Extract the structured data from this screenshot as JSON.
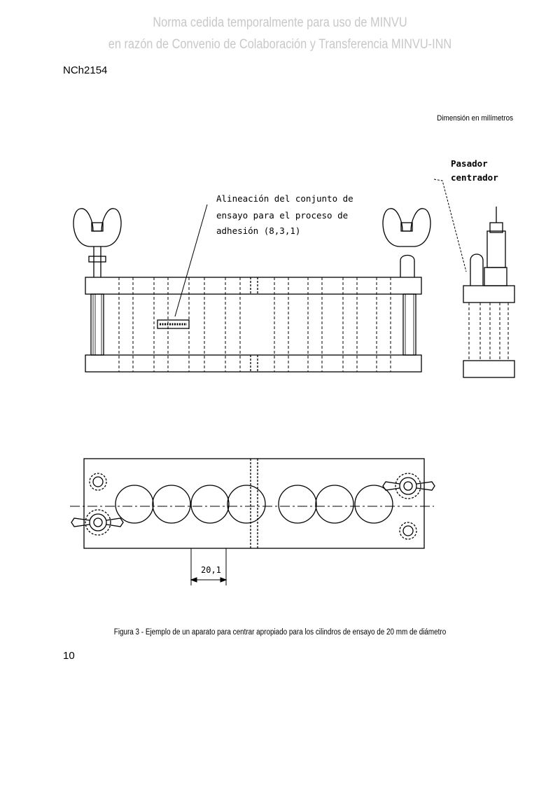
{
  "header": {
    "watermark_line1": "Norma cedida temporalmente para uso de MINVU",
    "watermark_line2": "en razón de Convenio de Colaboración y Transferencia MINVU-INN",
    "doc_code": "NCh2154"
  },
  "figure": {
    "dimension_note": "Dimensión en milímetros",
    "label_alignment_line1": "Alineación del conjunto de",
    "label_alignment_line2": "ensayo para el proceso de",
    "label_alignment_line3": "adhesión (8,3,1)",
    "label_pin_line1": "Pasador",
    "label_pin_line2": "centrador",
    "dimension_value": "20,1",
    "caption": "Figura 3 - Ejemplo de un aparato para centrar apropiado para los cilindros de ensayo de 20 mm de diámetro"
  },
  "footer": {
    "page_number": "10"
  }
}
